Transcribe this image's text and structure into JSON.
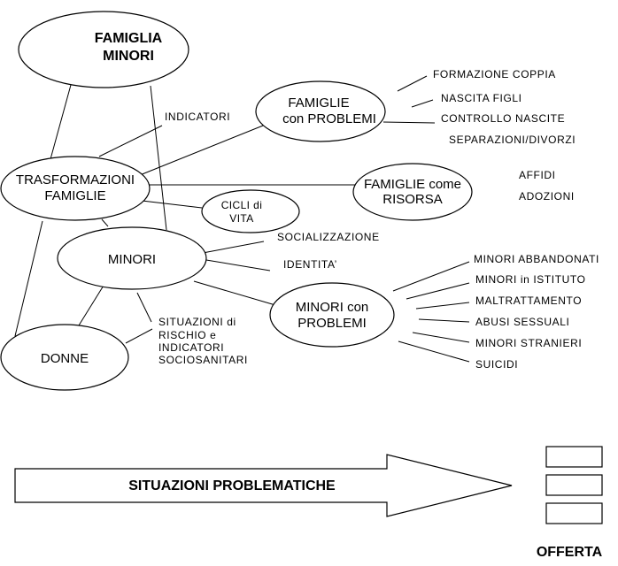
{
  "nodes": {
    "famiglia_minori": [
      "FAMIGLIA",
      "MINORI"
    ],
    "trasformazioni": [
      "TRASFORMAZIONI",
      "FAMIGLIE"
    ],
    "famiglie_problemi": [
      "FAMIGLIE",
      "con PROBLEMI"
    ],
    "famiglie_risorsa": [
      "FAMIGLIE come",
      "RISORSA"
    ],
    "cicli_vita": [
      "CICLI di",
      "VITA"
    ],
    "minori": "MINORI",
    "minori_problemi": [
      "MINORI con",
      "PROBLEMI"
    ],
    "donne": "DONNE"
  },
  "labels": {
    "indicatori": "INDICATORI",
    "formazione_coppia": "FORMAZIONE COPPIA",
    "nascita_figli": "NASCITA FIGLI",
    "controllo_nascite": "CONTROLLO NASCITE",
    "separazioni": "SEPARAZIONI/DIVORZI",
    "affidi": "AFFIDI",
    "adozioni": "ADOZIONI",
    "socializzazione": "SOCIALIZZAZIONE",
    "identita": "IDENTITA’",
    "situazioni_rischio": [
      "SITUAZIONI di",
      "RISCHIO e",
      "INDICATORI",
      "SOCIOSANITARI"
    ],
    "minori_abbandonati": "MINORI ABBANDONATI",
    "minori_istituto": "MINORI in ISTITUTO",
    "maltrattamento": "MALTRATTAMENTO",
    "abusi_sessuali": "ABUSI SESSUALI",
    "minori_stranieri": "MINORI STRANIERI",
    "suicidi": "SUICIDI"
  },
  "arrow": {
    "label": "SITUAZIONI PROBLEMATICHE"
  },
  "offerta": {
    "label": "OFFERTA"
  }
}
